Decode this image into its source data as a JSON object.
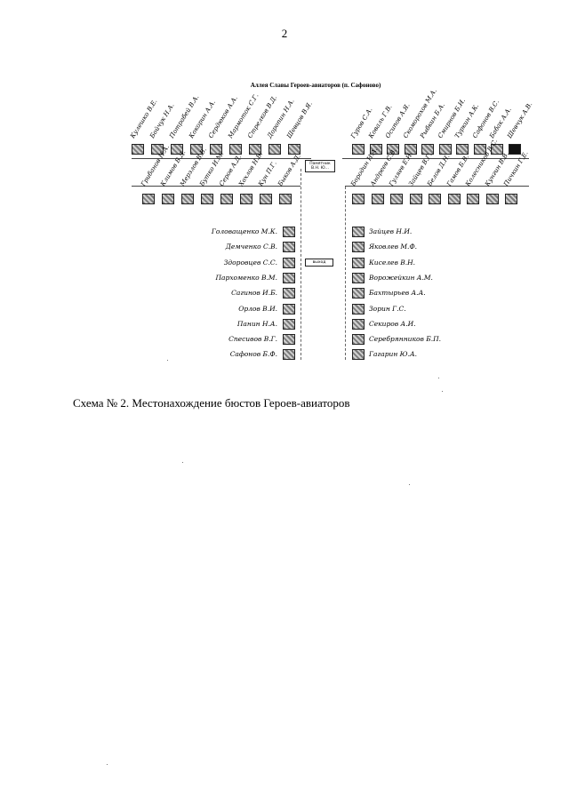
{
  "page": {
    "number": "2"
  },
  "scheme": {
    "title": "Аллея Славы Героев-авиаторов (п. Сафоново)",
    "caption": "Схема № 2. Местонахождение бюстов Героев-авиаторов",
    "box_top": "Памятник В.Н. Ю...",
    "box_exit": "выход"
  },
  "top_left_row": [
    "Кулешко В.Е.",
    "Бойчук Н.А.",
    "Потрабей В.А.",
    "Кокорин А.А.",
    "Сердюков А.А.",
    "Мармоток С.Г.",
    "Стрелков В.Д.",
    "Доропин Н.А.",
    "Шевцов В.Я."
  ],
  "top_right_row": [
    "Гуров С.А.",
    "Коваль Г.В.",
    "Осипов А.Я.",
    "Скоморохов М.А.",
    "Рыбкин Б.А.",
    "Смирнов Б.И.",
    "Туркин А.К.",
    "Сафонов В.С.",
    "Бабак А.А.",
    "Шевчук А.В."
  ],
  "bottom_left_row": [
    "Грибанов Н.А.",
    "Климов Б.Д.",
    "Мерзлов В.В.",
    "Бутко И.М.",
    "Серов А.Д.",
    "Хохлов Н.В.",
    "Кун П.Г.",
    "Быков А.Д."
  ],
  "bottom_right_row": [
    "Бородин Н.А.",
    "Андреев С.В.",
    "Гуляев Е.И.",
    "Зайцев В.Г.",
    "Белов Д.Н.",
    "Гамов Б.В.",
    "Колесников В.С.",
    "Кунгин В.В.",
    "Пичкин Г.Е."
  ],
  "left_column": [
    "Головащенко М.К.",
    "Демченко С.В.",
    "Здоровцев С.С.",
    "Пархоменко В.М.",
    "Сагинов И.Б.",
    "Орлов В.И.",
    "Панин Н.А.",
    "Спесивов В.Г.",
    "Сафонов Б.Ф."
  ],
  "right_column": [
    "Зайцев Н.И.",
    "Яковлев М.Ф.",
    "Киселев В.Н.",
    "Ворожейкин А.М.",
    "Бахтырьев А.А.",
    "Зорин Г.С.",
    "Секиров А.И.",
    "Серебрянников Б.П.",
    "Гагарин Ю.А."
  ]
}
